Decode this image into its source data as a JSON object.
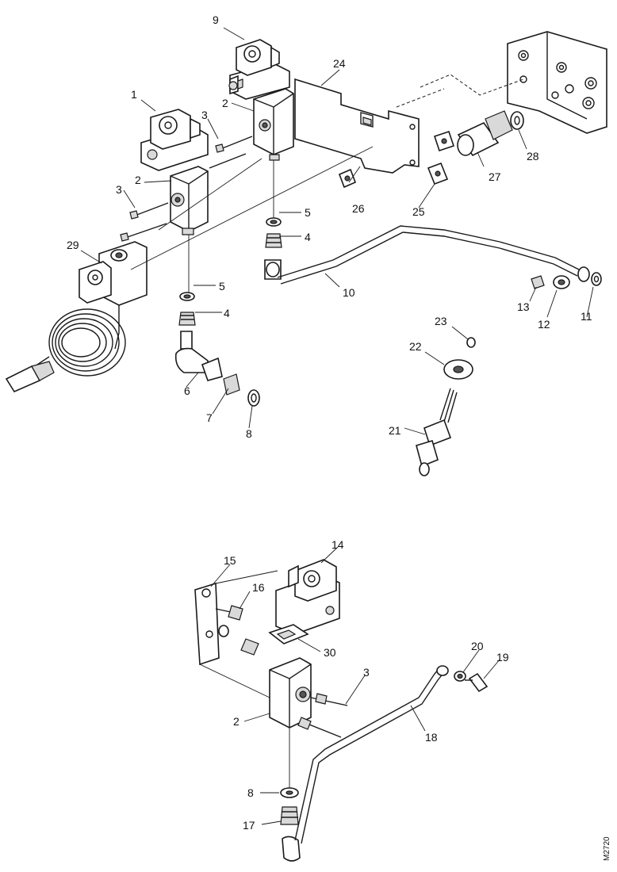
{
  "callouts": {
    "c1": "1",
    "c2a": "2",
    "c2b": "2",
    "c2c": "2",
    "c3a": "3",
    "c3b": "3",
    "c3c": "3",
    "c4a": "4",
    "c4b": "4",
    "c5a": "5",
    "c5b": "5",
    "c6": "6",
    "c7": "7",
    "c8a": "8",
    "c8b": "8",
    "c9": "9",
    "c10": "10",
    "c11": "11",
    "c12": "12",
    "c13": "13",
    "c14": "14",
    "c15": "15",
    "c16": "16",
    "c17": "17",
    "c18": "18",
    "c19": "19",
    "c20": "20",
    "c21": "21",
    "c22": "22",
    "c23": "23",
    "c24": "24",
    "c25": "25",
    "c26": "26",
    "c27": "27",
    "c28": "28",
    "c29": "29",
    "c30": "30"
  },
  "figure_ref": "M2720"
}
